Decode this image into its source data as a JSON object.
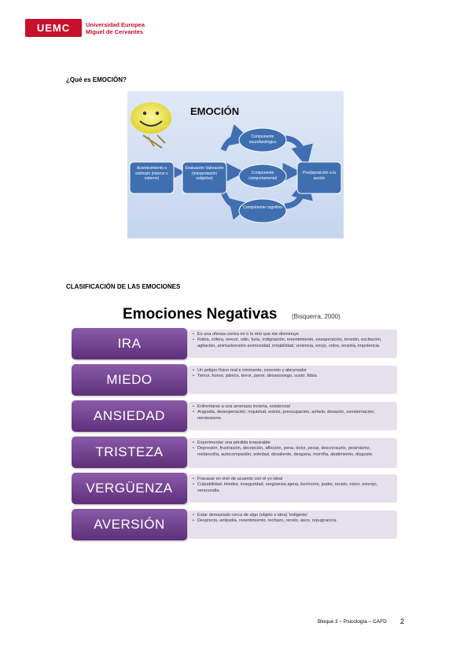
{
  "header": {
    "logo": "UEMC",
    "university_line1": "Universidad Europea",
    "university_line2": "Miguel de Cervantes"
  },
  "section1_title": "¿Qué es EMOCIÓN?",
  "diagram": {
    "title": "EMOCIÓN",
    "nodes": {
      "event": "Acontecimiento o estímulo (interno o externo)",
      "evaluation": "Evaluación Valoración (interpretación subjetiva)",
      "neuro": "Componente neurofisiológico",
      "behavioral": "Componente comportamental",
      "cognitive": "Componente cognitivo",
      "action": "Predisposición a la acción"
    }
  },
  "section2_title": "CLASIFICACIÓN DE LAS EMOCIONES",
  "table": {
    "title": "Emociones Negativas",
    "source": "(Bisquerra, 2000)",
    "rows": [
      {
        "label": "IRA",
        "items": [
          "Es una ofensa contra mí o lo mío que me disminuye",
          "Rabia, cólera, rencor, odio, furia, indignación, resentimiento, exasperación, tensión, excitación, agitación, animadversión animosidad, irritabilidad, violencia, enojo, celos, envidia, impotencia."
        ]
      },
      {
        "label": "MIEDO",
        "items": [
          "Un peligro físico real e inminente, concreto y abrumador",
          "Temor, horror, pánico, terror, pavor, desasosiego, susto, fobia"
        ]
      },
      {
        "label": "ANSIEDAD",
        "items": [
          "Enfrentarse a una amenaza incierta, existencial",
          "Angustia, desesperación, inquietud, estrés, preocupación, anhelo, desazón, consternación, nerviosismo"
        ]
      },
      {
        "label": "TRISTEZA",
        "items": [
          "Experimentar una pérdida irreparable",
          "Depresión, frustración, decepción, aflicción, pena, dolor, pesar, desconsuelo, pesimismo, melancolía, autocompasión, soledad, desaliento, desgana, morriña, abatimiento, disgusto."
        ]
      },
      {
        "label": "VERGÜENZA",
        "items": [
          "Fracasar en vivir de acuerdo con el yo ideal",
          "Culpabilidad, timidez, inseguridad, vergüenza ajena, bochorno, pudor, recato, rubor, sonrojo, verecundia."
        ]
      },
      {
        "label": "AVERSIÓN",
        "items": [
          "Estar demasiado cerca de algo (objeto o idea) 'indigesto'",
          "Desprecio, antipatía, resentimiento, rechazo, recelo, asco, repugnancia"
        ]
      }
    ]
  },
  "footer": {
    "text": "Bloque 3 – Psicología – CAFD",
    "page": "2"
  },
  "colors": {
    "brand_red": "#c8102e",
    "row_purple": "#6b3a8a",
    "row_desc_bg": "#e6dfec",
    "diagram_node": "#3f6fb0"
  }
}
